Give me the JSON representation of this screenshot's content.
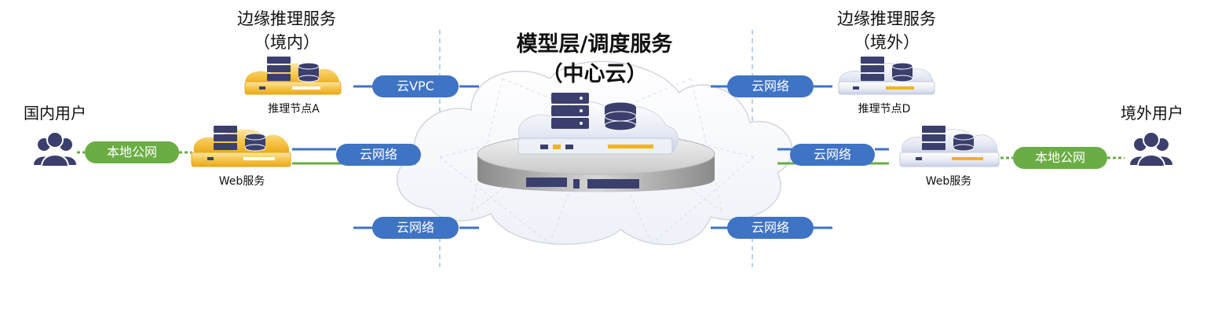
{
  "center": {
    "title_line1": "模型层/调度服务",
    "title_line2": "（中心云）"
  },
  "edge_left": {
    "title_line1": "边缘推理服务",
    "title_line2": "（境内）",
    "node_label": "推理节点A",
    "web_label": "Web服务"
  },
  "edge_right": {
    "title_line1": "边缘推理服务",
    "title_line2": "（境外）",
    "node_label": "推理节点D",
    "web_label": "Web服务"
  },
  "users": {
    "left_label": "国内用户",
    "right_label": "境外用户"
  },
  "links": {
    "left_top": "云VPC",
    "left_mid": "云网络",
    "left_bottom": "云网络",
    "right_top": "云网络",
    "right_mid": "云网络",
    "right_bottom": "云网络",
    "left_public": "本地公网",
    "right_public": "本地公网"
  },
  "colors": {
    "link_blue": "#3f73c4",
    "link_green": "#6aad44",
    "server_dark": "#3b3f6e",
    "gold": "#f0b41c"
  }
}
